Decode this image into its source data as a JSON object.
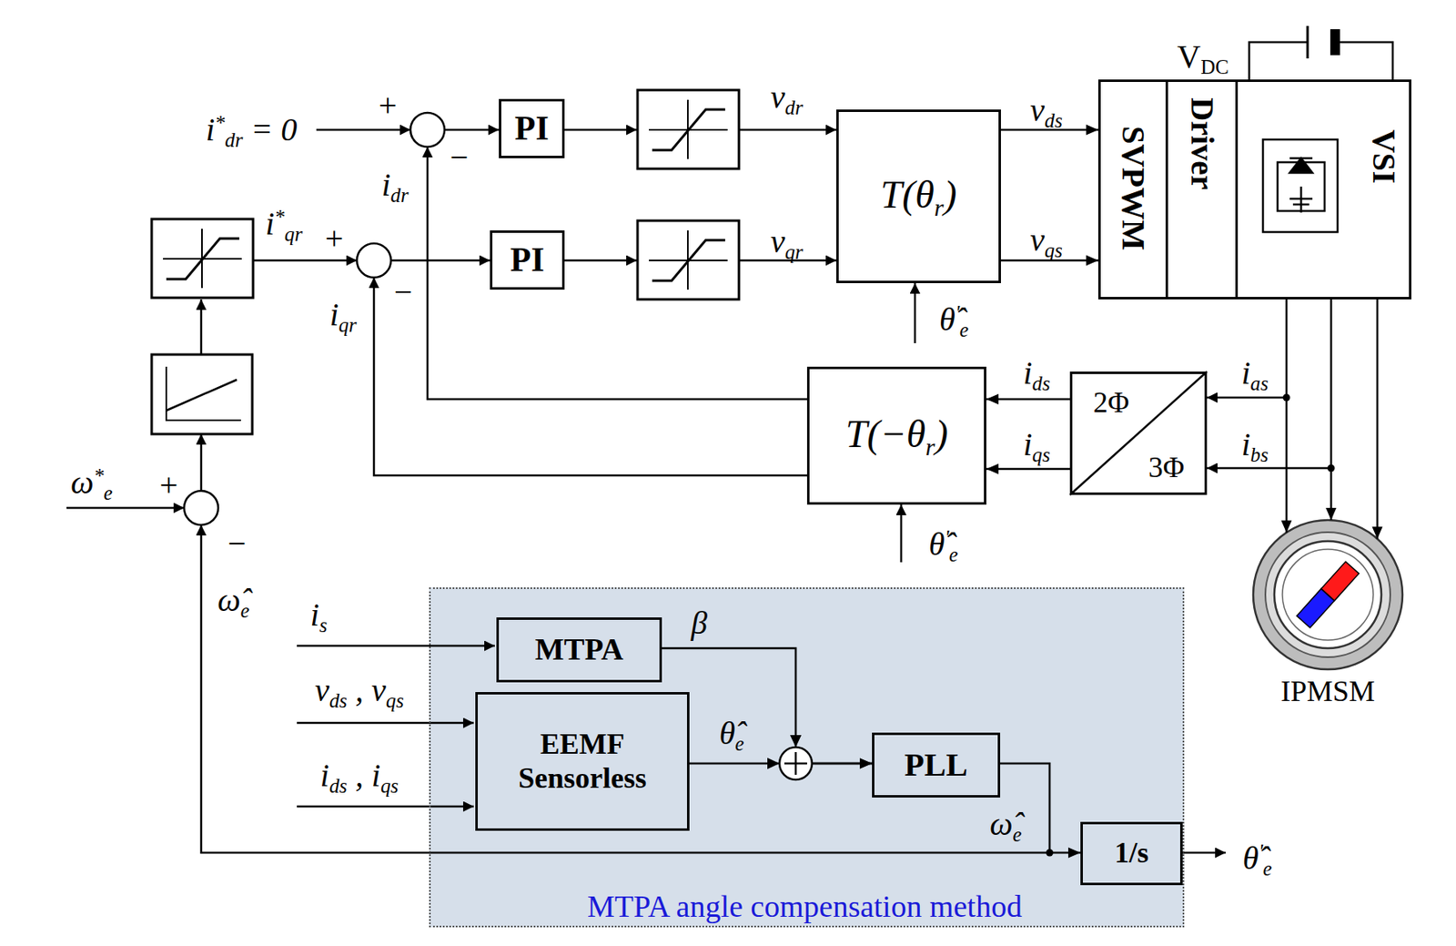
{
  "diagram": {
    "nodes": [
      {
        "text": [
          "PI"
        ]
      },
      {
        "text": [
          "PI"
        ]
      },
      {
        "text": [
          "T(θr)"
        ]
      },
      {
        "text": [
          "SVPWM"
        ]
      },
      {
        "text": [
          "Driver"
        ]
      },
      {
        "text": [
          "VSI"
        ]
      },
      {
        "text": [
          "T(−θr)"
        ]
      },
      {
        "text": [
          "2Φ",
          "3Φ"
        ]
      },
      {
        "text": [
          "IPMSM"
        ]
      },
      {
        "text": [
          "MTPA angle compensation method"
        ]
      },
      {
        "text": [
          "MTPA"
        ],
        "in": 9
      },
      {
        "text": [
          "EEMF Sensorless"
        ],
        "in": 9
      },
      {
        "text": [
          "PLL"
        ],
        "in": 9
      },
      {
        "text": [
          "1/s"
        ],
        "in": 9
      }
    ],
    "edges": [
      {
        "from": 2,
        "to": 3,
        "arrow": "to",
        "label": "vds"
      },
      {
        "from": 2,
        "to": 3,
        "arrow": "to",
        "label": "vqs"
      },
      {
        "from": 7,
        "to": 6,
        "arrow": "to",
        "label": "ids"
      },
      {
        "from": 7,
        "to": 6,
        "arrow": "to",
        "label": "iqs"
      },
      {
        "from": 5,
        "to": 8,
        "arrow": "to"
      },
      {
        "from": 5,
        "to": 8,
        "arrow": "to"
      },
      {
        "from": 5,
        "to": 8,
        "arrow": "to"
      },
      {
        "from": 10,
        "to": 12,
        "arrow": "to",
        "label": "β"
      },
      {
        "from": 11,
        "to": 12,
        "arrow": "to",
        "label": "θ̂e"
      },
      {
        "from": 12,
        "to": 13,
        "arrow": "to",
        "label": "ω̂e"
      }
    ],
    "labels": [
      "i*dr = 0",
      "+",
      "−",
      "idr",
      "vdr",
      "i*qr",
      "+",
      "−",
      "iqr",
      "vqr",
      "θ̂'e",
      "θ̂'e",
      "VDC",
      "ias",
      "ibs",
      "ω*e",
      "+",
      "−",
      "ω̂e",
      "is",
      "vds , vqs",
      "ids , iqs",
      "θ̂'e"
    ]
  }
}
